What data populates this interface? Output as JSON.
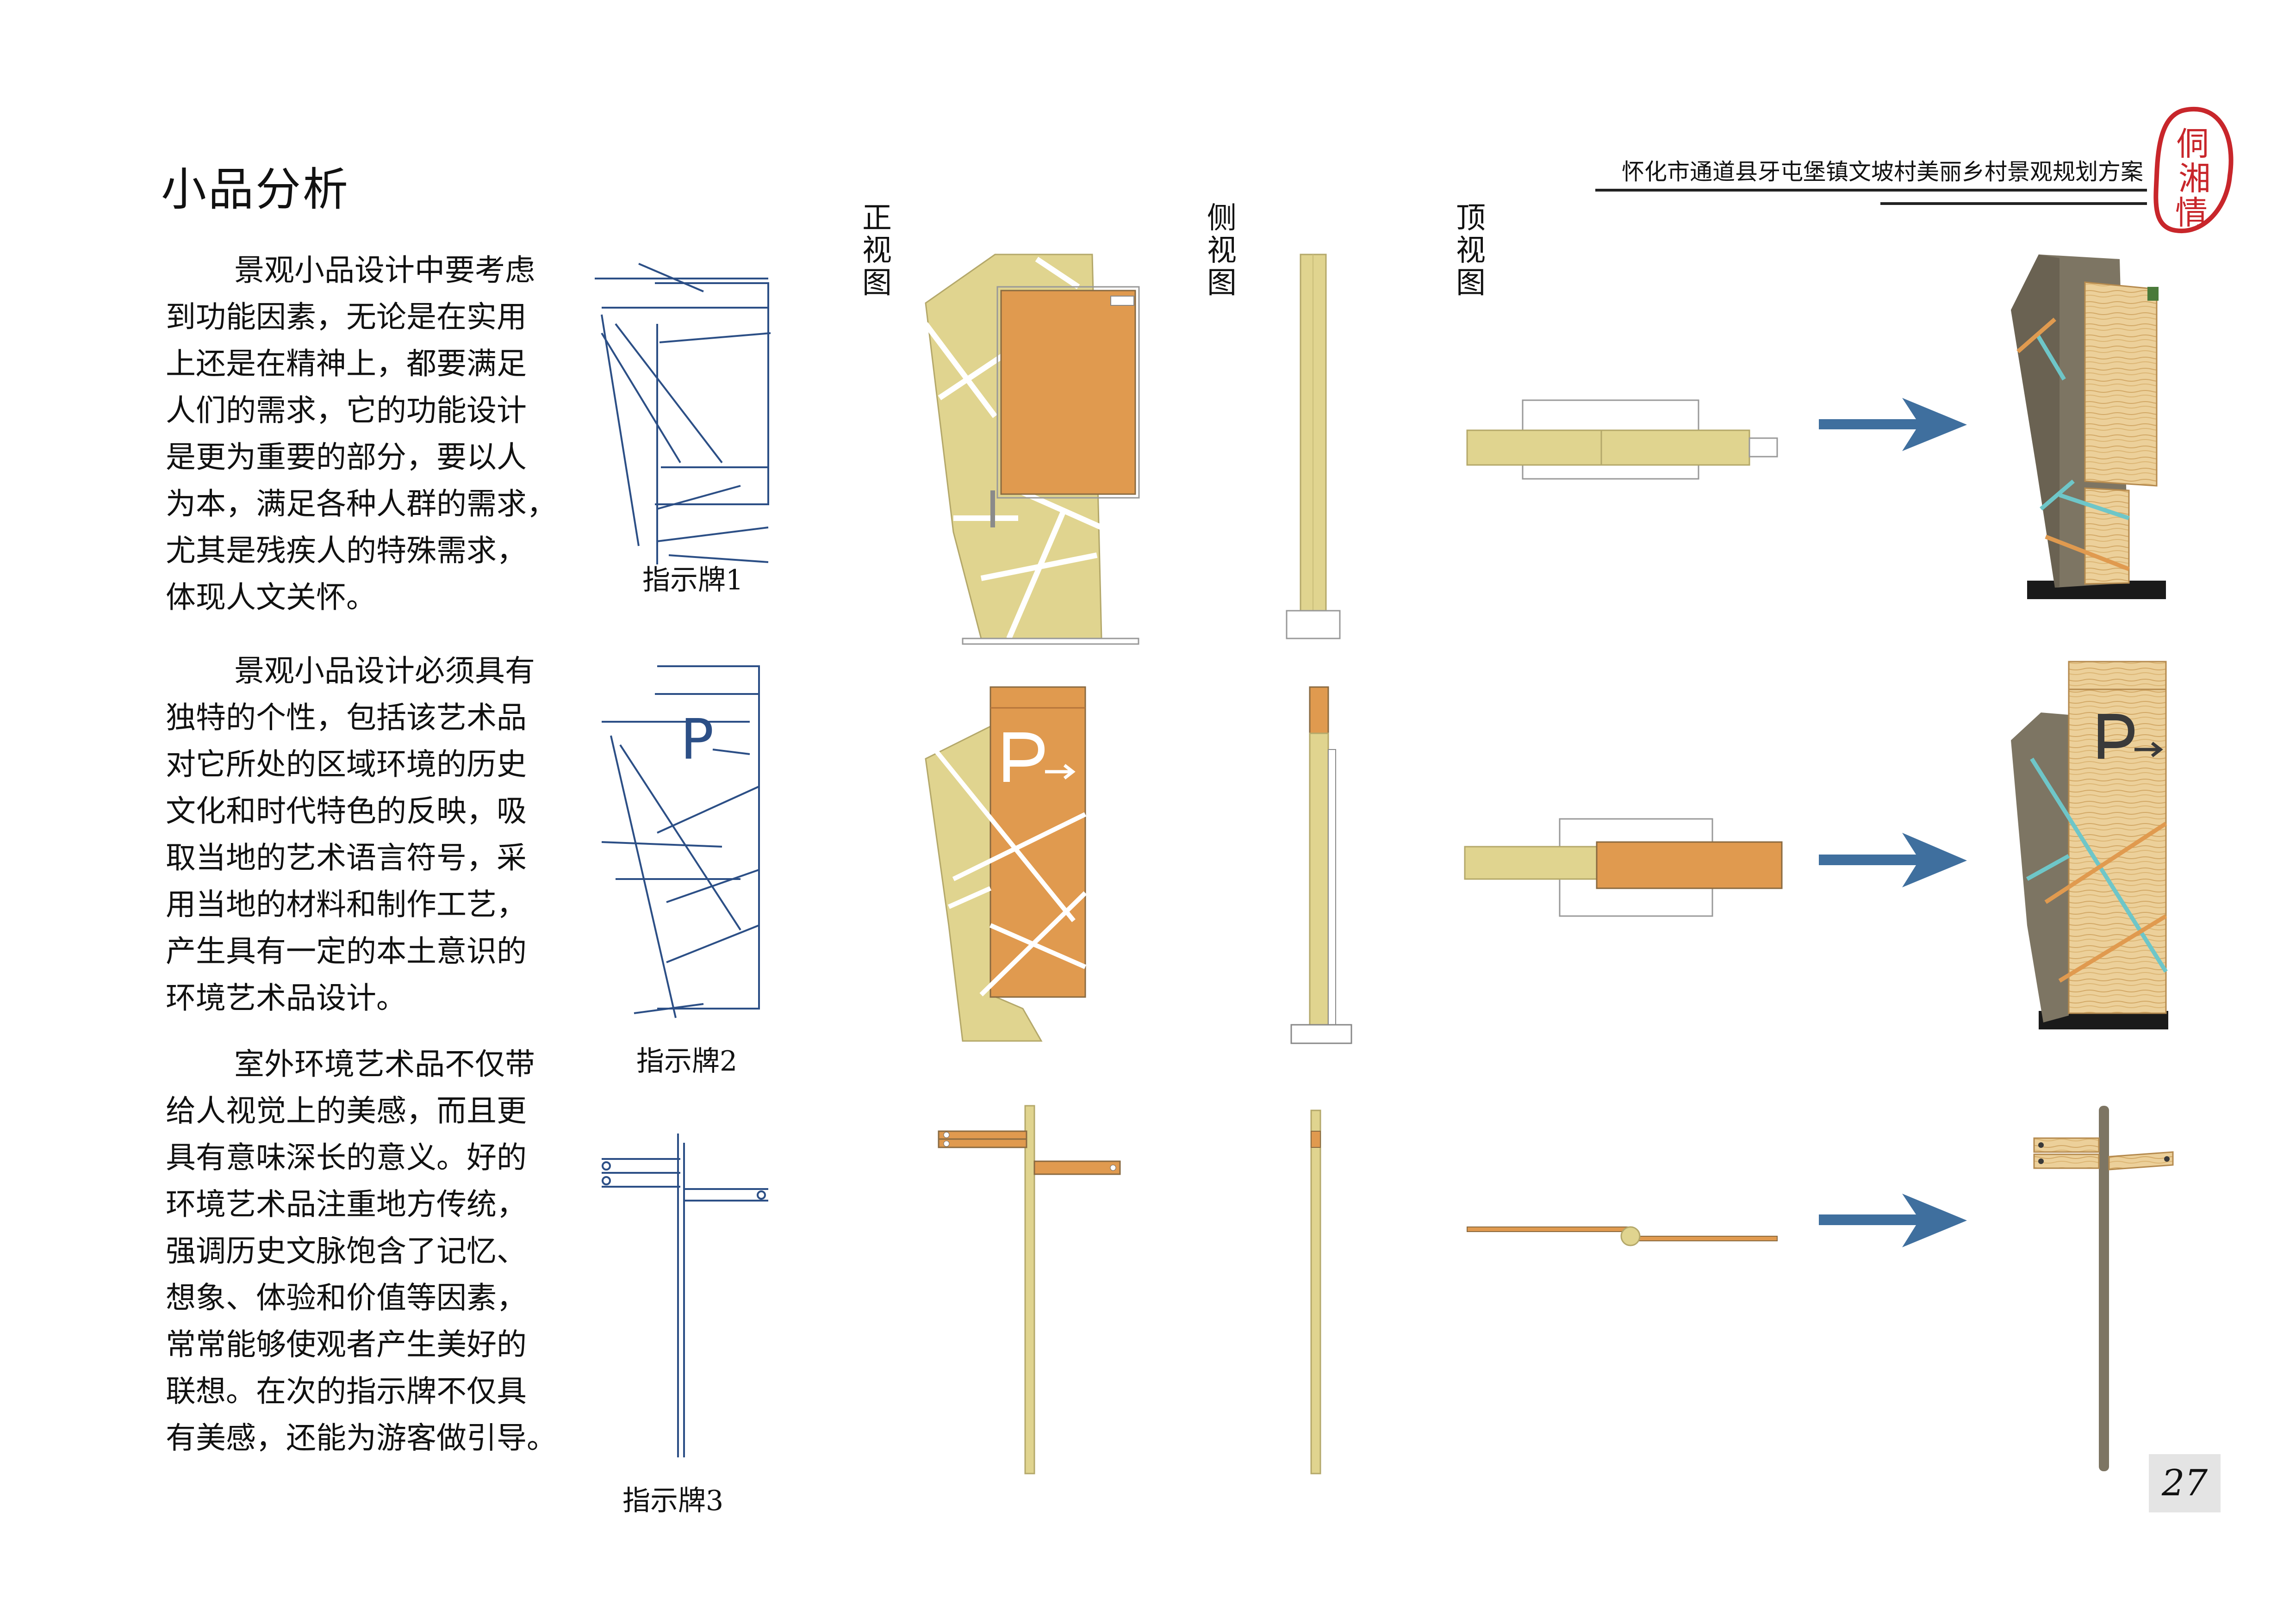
{
  "header": {
    "page_title": "小品分析",
    "project_title": "怀化市通道县牙屯堡镇文坡村美丽乡村景观规划方案",
    "seal_text": [
      "侗",
      "湘",
      "情"
    ],
    "page_number": "27"
  },
  "paragraphs": [
    [
      "景观小品设计中要考虑",
      "到功能因素，无论是在实用",
      "上还是在精神上，都要满足",
      "人们的需求，它的功能设计",
      "是更为重要的部分，要以人",
      "为本，满足各种人群的需求，",
      "尤其是残疾人的特殊需求，",
      "体现人文关怀。"
    ],
    [
      "景观小品设计必须具有",
      "独特的个性，包括该艺术品",
      "对它所处的区域环境的历史",
      "文化和时代特色的反映，吸",
      "取当地的艺术语言符号，采",
      "用当地的材料和制作工艺，",
      "产生具有一定的本土意识的",
      "环境艺术品设计。"
    ],
    [
      "室外环境艺术品不仅带",
      "给人视觉上的美感，而且更",
      "具有意味深长的意义。好的",
      "环境艺术品注重地方传统，",
      "强调历史文脉饱含了记忆、",
      "想象、体验和价值等因素，",
      "常常能够使观者产生美好的",
      "联想。在次的指示牌不仅具",
      "有美感，还能为游客做引导。"
    ]
  ],
  "views": {
    "front": "正视图",
    "side": "侧视图",
    "top": "顶视图"
  },
  "signs": [
    {
      "label": "指示牌1"
    },
    {
      "label": "指示牌2",
      "symbol": "P"
    },
    {
      "label": "指示牌3"
    }
  ],
  "colors": {
    "khaki": "#e0d48f",
    "orange": "#e09a4f",
    "stone": "#7d7563",
    "wood": "#e9c98e",
    "arrow": "#3f6f9e",
    "sketch": "#2c4f86",
    "seal": "#c8262b",
    "cyan": "#6ec6c8"
  }
}
